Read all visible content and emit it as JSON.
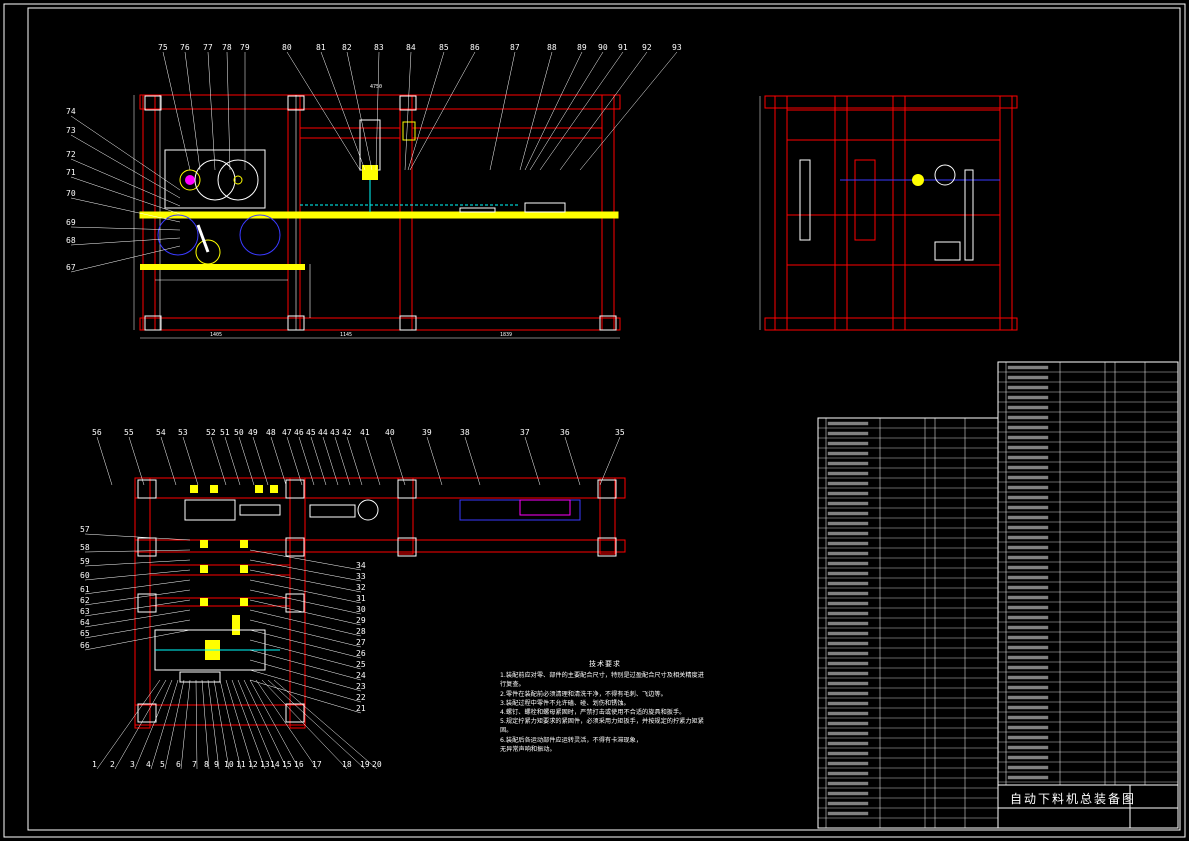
{
  "drawing": {
    "title_block_name": "自动下料机总装备图",
    "colors": {
      "background": "#000000",
      "frame": "#ffffff",
      "structure": "#ff0000",
      "highlight": "#ffff00",
      "leader": "#ffffff",
      "blue": "#3a3aff",
      "magenta": "#ff00ff",
      "cyan": "#00ffff",
      "green": "#00ff00"
    }
  },
  "front_view": {
    "labels_top": [
      "75",
      "76",
      "77",
      "78",
      "79",
      "80",
      "81",
      "82",
      "83",
      "84",
      "85",
      "86",
      "87",
      "88",
      "89",
      "90",
      "91",
      "92",
      "93"
    ],
    "labels_left": [
      "74",
      "73",
      "72",
      "71",
      "70",
      "69",
      "68",
      "67"
    ],
    "dims": [
      "1405",
      "1145",
      "1839",
      "4750"
    ]
  },
  "plan_view": {
    "labels_top": [
      "56",
      "55",
      "54",
      "53",
      "52",
      "51",
      "50",
      "49",
      "48",
      "47",
      "46",
      "45",
      "44",
      "43",
      "42",
      "41",
      "40",
      "39",
      "38",
      "37",
      "36",
      "35"
    ],
    "labels_left": [
      "57",
      "58",
      "59",
      "60",
      "61",
      "62",
      "63",
      "64",
      "65",
      "66"
    ],
    "labels_right": [
      "34",
      "33",
      "32",
      "31",
      "30",
      "29",
      "28",
      "27",
      "26",
      "25",
      "24",
      "23",
      "22",
      "21"
    ],
    "labels_bottom": [
      "1",
      "2",
      "3",
      "4",
      "5",
      "6",
      "7",
      "8",
      "9",
      "10",
      "11",
      "12",
      "13",
      "14",
      "15",
      "16",
      "17",
      "18",
      "19",
      "20"
    ]
  },
  "notes": {
    "title": "技术要求",
    "lines": [
      "1.装配前应对零、部件的主要配合尺寸，特别是过盈配合尺寸及相关精度进行复查。",
      "2.零件在装配前必须清理和清洗干净，不得有毛刺、飞边等。",
      "3.装配过程中零件不允许磕、碰、划伤和锈蚀。",
      "4.螺钉、螺栓和螺母紧固时，严禁打击或使用不合适的旋具和扳手。",
      "5.规定拧紧力矩要求的紧固件，必须采用力矩扳手，并按规定的拧紧力矩紧固。",
      "6.装配后各运动部件应运转灵活，不得有卡滞现象，",
      "无异常声响和振动。"
    ]
  }
}
